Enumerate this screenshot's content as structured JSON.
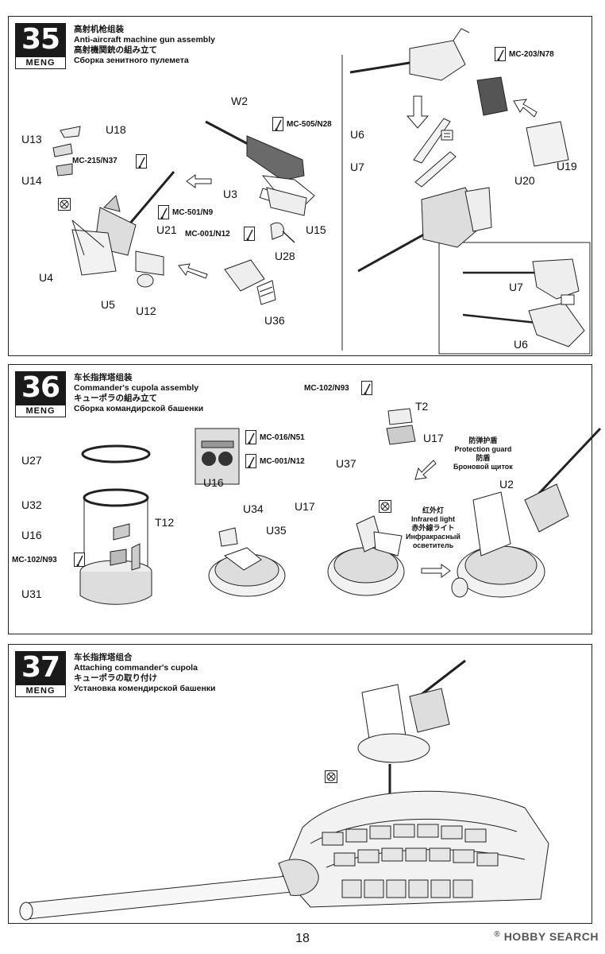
{
  "brand": "MENG",
  "page_number": "18",
  "watermark": {
    "text": "HOBBY SEARCH",
    "mark": "®"
  },
  "steps": [
    {
      "number": "35",
      "title_zh": "高射机枪组装",
      "title_en": "Anti-aircraft machine gun assembly",
      "title_ja": "高射機関銃の組み立て",
      "title_ru": "Сборка зенитного пулемета",
      "parts": [
        "W2",
        "U18",
        "U13",
        "U14",
        "U3",
        "U21",
        "U15",
        "U4",
        "U5",
        "U12",
        "U28",
        "U36",
        "U6",
        "U7",
        "U19",
        "U20",
        "U7",
        "U6"
      ],
      "paints": [
        "MC-505/N28",
        "MC-215/N37",
        "MC-501/N9",
        "MC-001/N12",
        "MC-203/N78"
      ]
    },
    {
      "number": "36",
      "title_zh": "车长指挥塔组装",
      "title_en": "Commander's cupola assembly",
      "title_ja": "キューポラの組み立て",
      "title_ru": "Сборка командирской башенки",
      "parts": [
        "T2",
        "U17",
        "U27",
        "U32",
        "U16",
        "T12",
        "U31",
        "U16",
        "U34",
        "U35",
        "U37",
        "U17",
        "U2"
      ],
      "paints": [
        "MC-102/N93",
        "MC-016/N51",
        "MC-001/N12",
        "MC-102/N93"
      ],
      "notes": {
        "protection_guard": [
          "防弹护盾",
          "Protection guard",
          "防盾",
          "Броновой щиток"
        ],
        "infrared_light": [
          "红外灯",
          "Infrared light",
          "赤外線ライト",
          "Инфракрасный",
          "осветитель"
        ]
      }
    },
    {
      "number": "37",
      "title_zh": "车长指挥塔组合",
      "title_en": "Attaching commander's cupola",
      "title_ja": "キューポラの取り付け",
      "title_ru": "Установка комендирской башенки"
    }
  ]
}
